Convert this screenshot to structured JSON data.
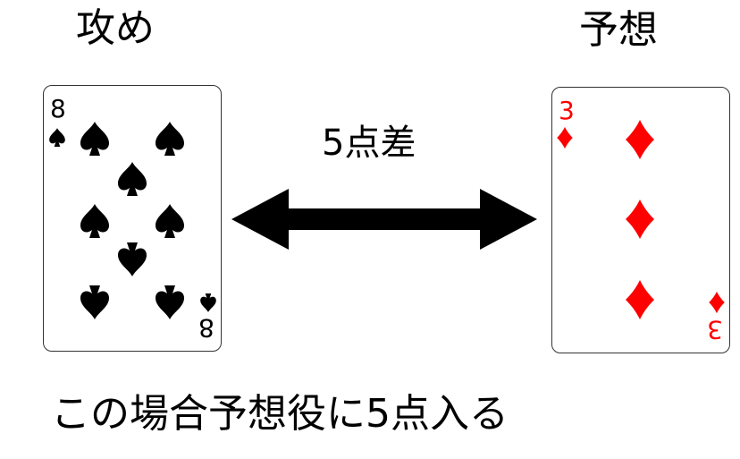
{
  "attack": {
    "title": "攻め",
    "card": {
      "rank": "8",
      "suit": "spade-icon",
      "color": "#000000"
    }
  },
  "predict": {
    "title": "予想",
    "card": {
      "rank": "3",
      "suit": "diamond-icon",
      "color": "#ff0000"
    }
  },
  "difference_label": "5点差",
  "caption": "この場合予想役に5点入る",
  "arrow": {
    "icon": "double-headed-arrow-icon",
    "color": "#000000"
  }
}
